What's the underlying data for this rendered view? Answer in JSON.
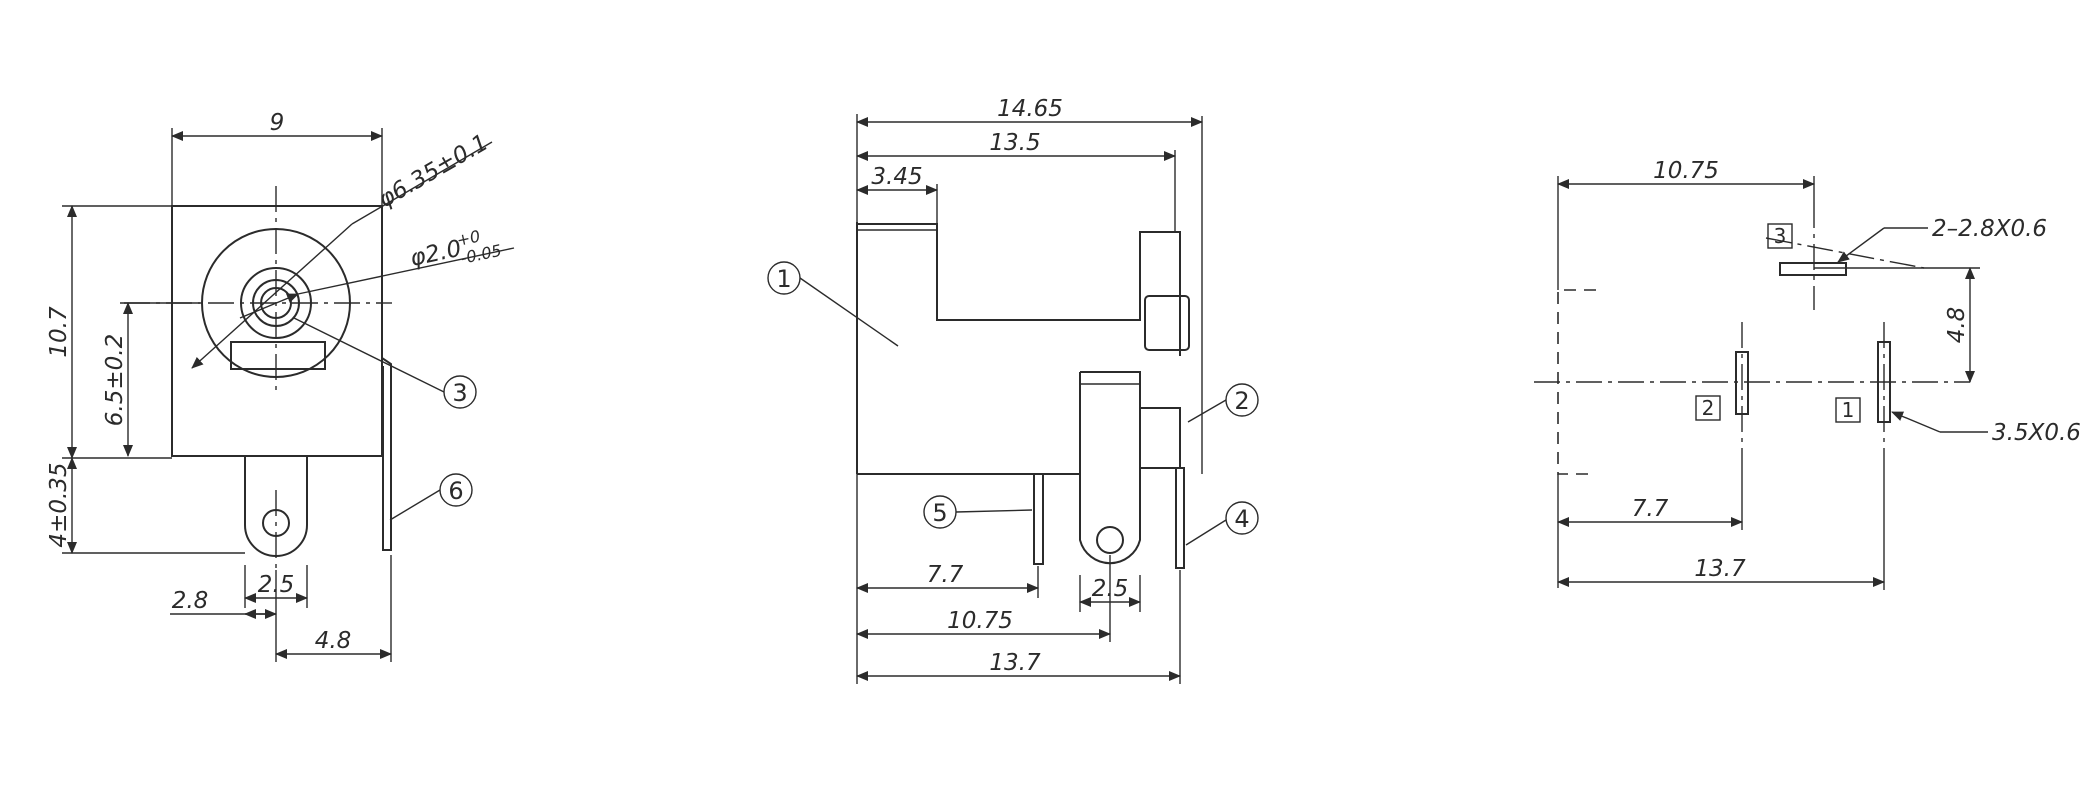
{
  "front_view": {
    "dim_width": "9",
    "dim_height": "10.7",
    "dim_center_height": "6.5±0.2",
    "dim_pin_length": "4±0.35",
    "dim_outer_dia": "φ6.35±0.1",
    "dim_pin_dia_base": "φ2.0",
    "dim_pin_dia_tol_upper": "+0",
    "dim_pin_dia_tol_lower": "-0.05",
    "dim_pin_width": "2.5",
    "dim_pin_offset": "2.8",
    "dim_side_pin": "4.8",
    "callout_3": "3",
    "callout_6": "6"
  },
  "side_view": {
    "dim_overall": "14.65",
    "dim_body": "13.5",
    "dim_step": "3.45",
    "dim_pin5": "7.7",
    "dim_pin1": "10.75",
    "dim_total": "13.7",
    "dim_pin_width": "2.5",
    "callout_1": "1",
    "callout_2": "2",
    "callout_4": "4",
    "callout_5": "5"
  },
  "pcb_view": {
    "dim_pin3_x": "10.75",
    "dim_pin3_y": "4.8",
    "dim_pin2_x": "7.7",
    "dim_pin1_x": "13.7",
    "slot_note_top": "2–2.8X0.6",
    "slot_note_side": "3.5X0.6",
    "pad_label_3": "3",
    "pad_label_2": "2",
    "pad_label_1": "1"
  }
}
